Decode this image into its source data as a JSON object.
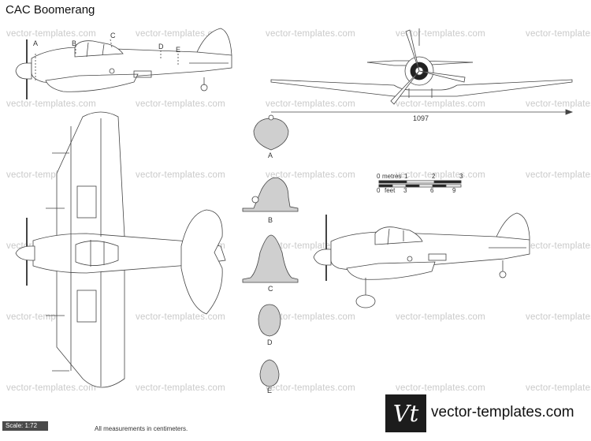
{
  "title": "CAC Boomerang",
  "watermark_text": "vector-templates.com",
  "top_view_labels": [
    "A",
    "B",
    "C",
    "D",
    "E"
  ],
  "sections": [
    {
      "label": "A"
    },
    {
      "label": "B"
    },
    {
      "label": "C"
    },
    {
      "label": "D"
    },
    {
      "label": "E"
    }
  ],
  "wingspan_value": "1097",
  "scale_bar": {
    "metres_label": "metres",
    "metres_ticks": [
      "0",
      "1",
      "2",
      "3"
    ],
    "feet_label": "feet",
    "feet_ticks": [
      "0",
      "3",
      "6",
      "9"
    ]
  },
  "scale_text": "Scale: 1:72",
  "measurement_note": "All measurements in centimeters.",
  "brand": {
    "logo": "Vt",
    "name": "vector-templates.com"
  },
  "colors": {
    "ink": "#333333",
    "section_fill": "#cfcfcf",
    "watermark": "#c9c9c9",
    "badge": "#4a4a4a"
  }
}
